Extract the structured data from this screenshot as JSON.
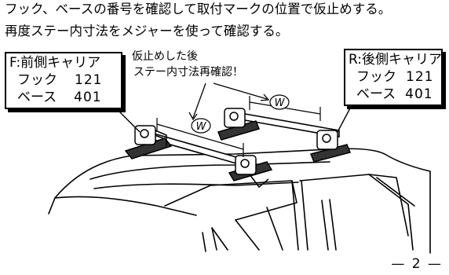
{
  "instructions": {
    "line1": "フック、ベースの番号を確認して取付マークの位置で仮止めする。",
    "line2": "再度ステー内寸法をメジャーを使って確認する。"
  },
  "front_label": {
    "title": "F:前側キャリア",
    "hook_label": "フック",
    "hook_number": "121",
    "base_label": "ベース",
    "base_number": "401"
  },
  "rear_label": {
    "title": "R:後側キャリア",
    "hook_label": "フック",
    "hook_number": "121",
    "base_label": "ベース",
    "base_number": "401"
  },
  "note": {
    "line1": "仮止めした後",
    "line2": "ステー内寸法再確認！"
  },
  "dimension_symbol": "W",
  "page_number": "— 2 —"
}
